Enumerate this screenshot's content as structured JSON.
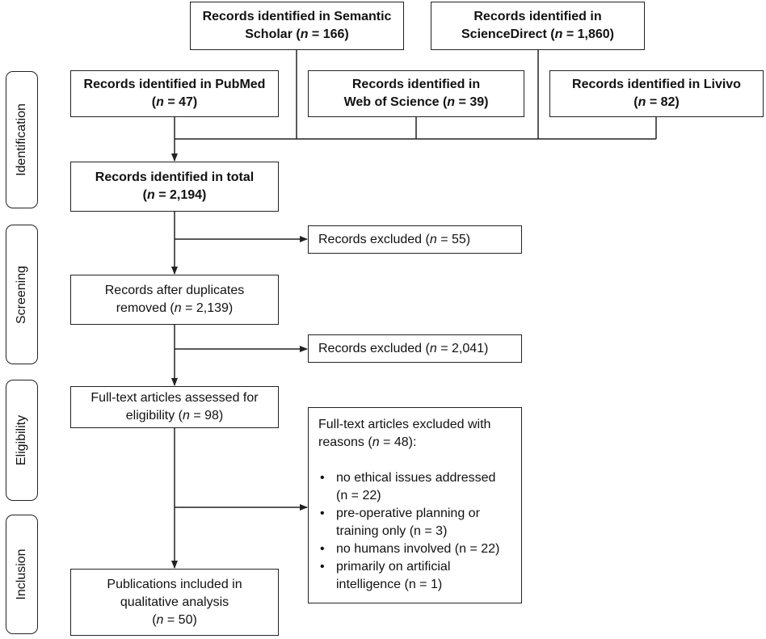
{
  "phases": {
    "identification": "Identification",
    "screening": "Screening",
    "eligibility": "Eligibility",
    "inclusion": "Inclusion"
  },
  "sources": {
    "semantic_scholar": {
      "line1": "Records identified in Semantic",
      "line2_pre": "Scholar (",
      "n": "n",
      "line2_post": " = 166)"
    },
    "sciencedirect": {
      "line1": "Records identified in",
      "line2_pre": "ScienceDirect (",
      "n": "n",
      "line2_post": " = 1,860)"
    },
    "pubmed": {
      "line1": "Records identified in PubMed",
      "line2_pre": "(",
      "n": "n",
      "line2_post": " = 47)"
    },
    "web_of_science": {
      "line1": "Records identified in",
      "line2_pre": "Web of Science (",
      "n": "n",
      "line2_post": " = 39)"
    },
    "livivo": {
      "line1": "Records identified in Livivo",
      "line2_pre": "(",
      "n": "n",
      "line2_post": " = 82)"
    }
  },
  "total": {
    "line1": "Records identified in total",
    "line2_pre": "(",
    "n": "n",
    "line2_post": " = 2,194)"
  },
  "excluded_1": {
    "pre": "Records excluded (",
    "n": "n",
    "post": " = 55)"
  },
  "after_duplicates": {
    "line1": "Records after duplicates",
    "line2_pre": "removed (",
    "n": "n",
    "line2_post": " = 2,139)"
  },
  "excluded_2": {
    "pre": "Records excluded (",
    "n": "n",
    "post": " = 2,041)"
  },
  "fulltext": {
    "line1": "Full-text articles assessed for",
    "line2_pre": "eligibility (",
    "n": "n",
    "line2_post": " = 98)"
  },
  "fulltext_excluded": {
    "line1": "Full-text articles excluded with",
    "line2_pre": "reasons (",
    "n": "n",
    "line2_post": " = 48):",
    "reasons": [
      {
        "l1": "no ethical issues addressed",
        "l2": "(n = 22)"
      },
      {
        "l1": "pre-operative planning or",
        "l2": "training only (n = 3)"
      },
      {
        "l1": "no humans involved (n = 22)",
        "l2": ""
      },
      {
        "l1": "primarily on artificial",
        "l2": "intelligence (n = 1)"
      }
    ]
  },
  "included": {
    "line1": "Publications included in",
    "line2": "qualitative analysis",
    "line3_pre": "(",
    "n": "n",
    "line3_post": " = 50)"
  }
}
